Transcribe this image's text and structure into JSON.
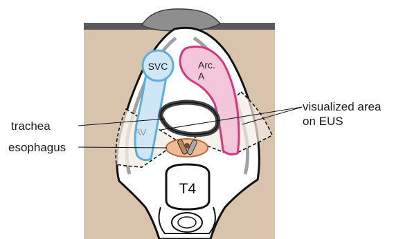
{
  "labels": {
    "svc": "SVC",
    "arc_line1": "Arc.",
    "arc_line2": "A",
    "av": "AV",
    "trachea": "trachea",
    "esophagus": "esophagus",
    "visualized_line1": "visualized area",
    "visualized_line2": "on EUS",
    "vertebra": "T4"
  },
  "colors": {
    "tissue": "#d8c4ad",
    "svc": "#5aaee0",
    "svc_fill": "#cfe6f5",
    "arc": "#d9357e",
    "arc_fill": "#f3c6d9",
    "esophagus": "#c97a4a",
    "outline": "#111111"
  }
}
